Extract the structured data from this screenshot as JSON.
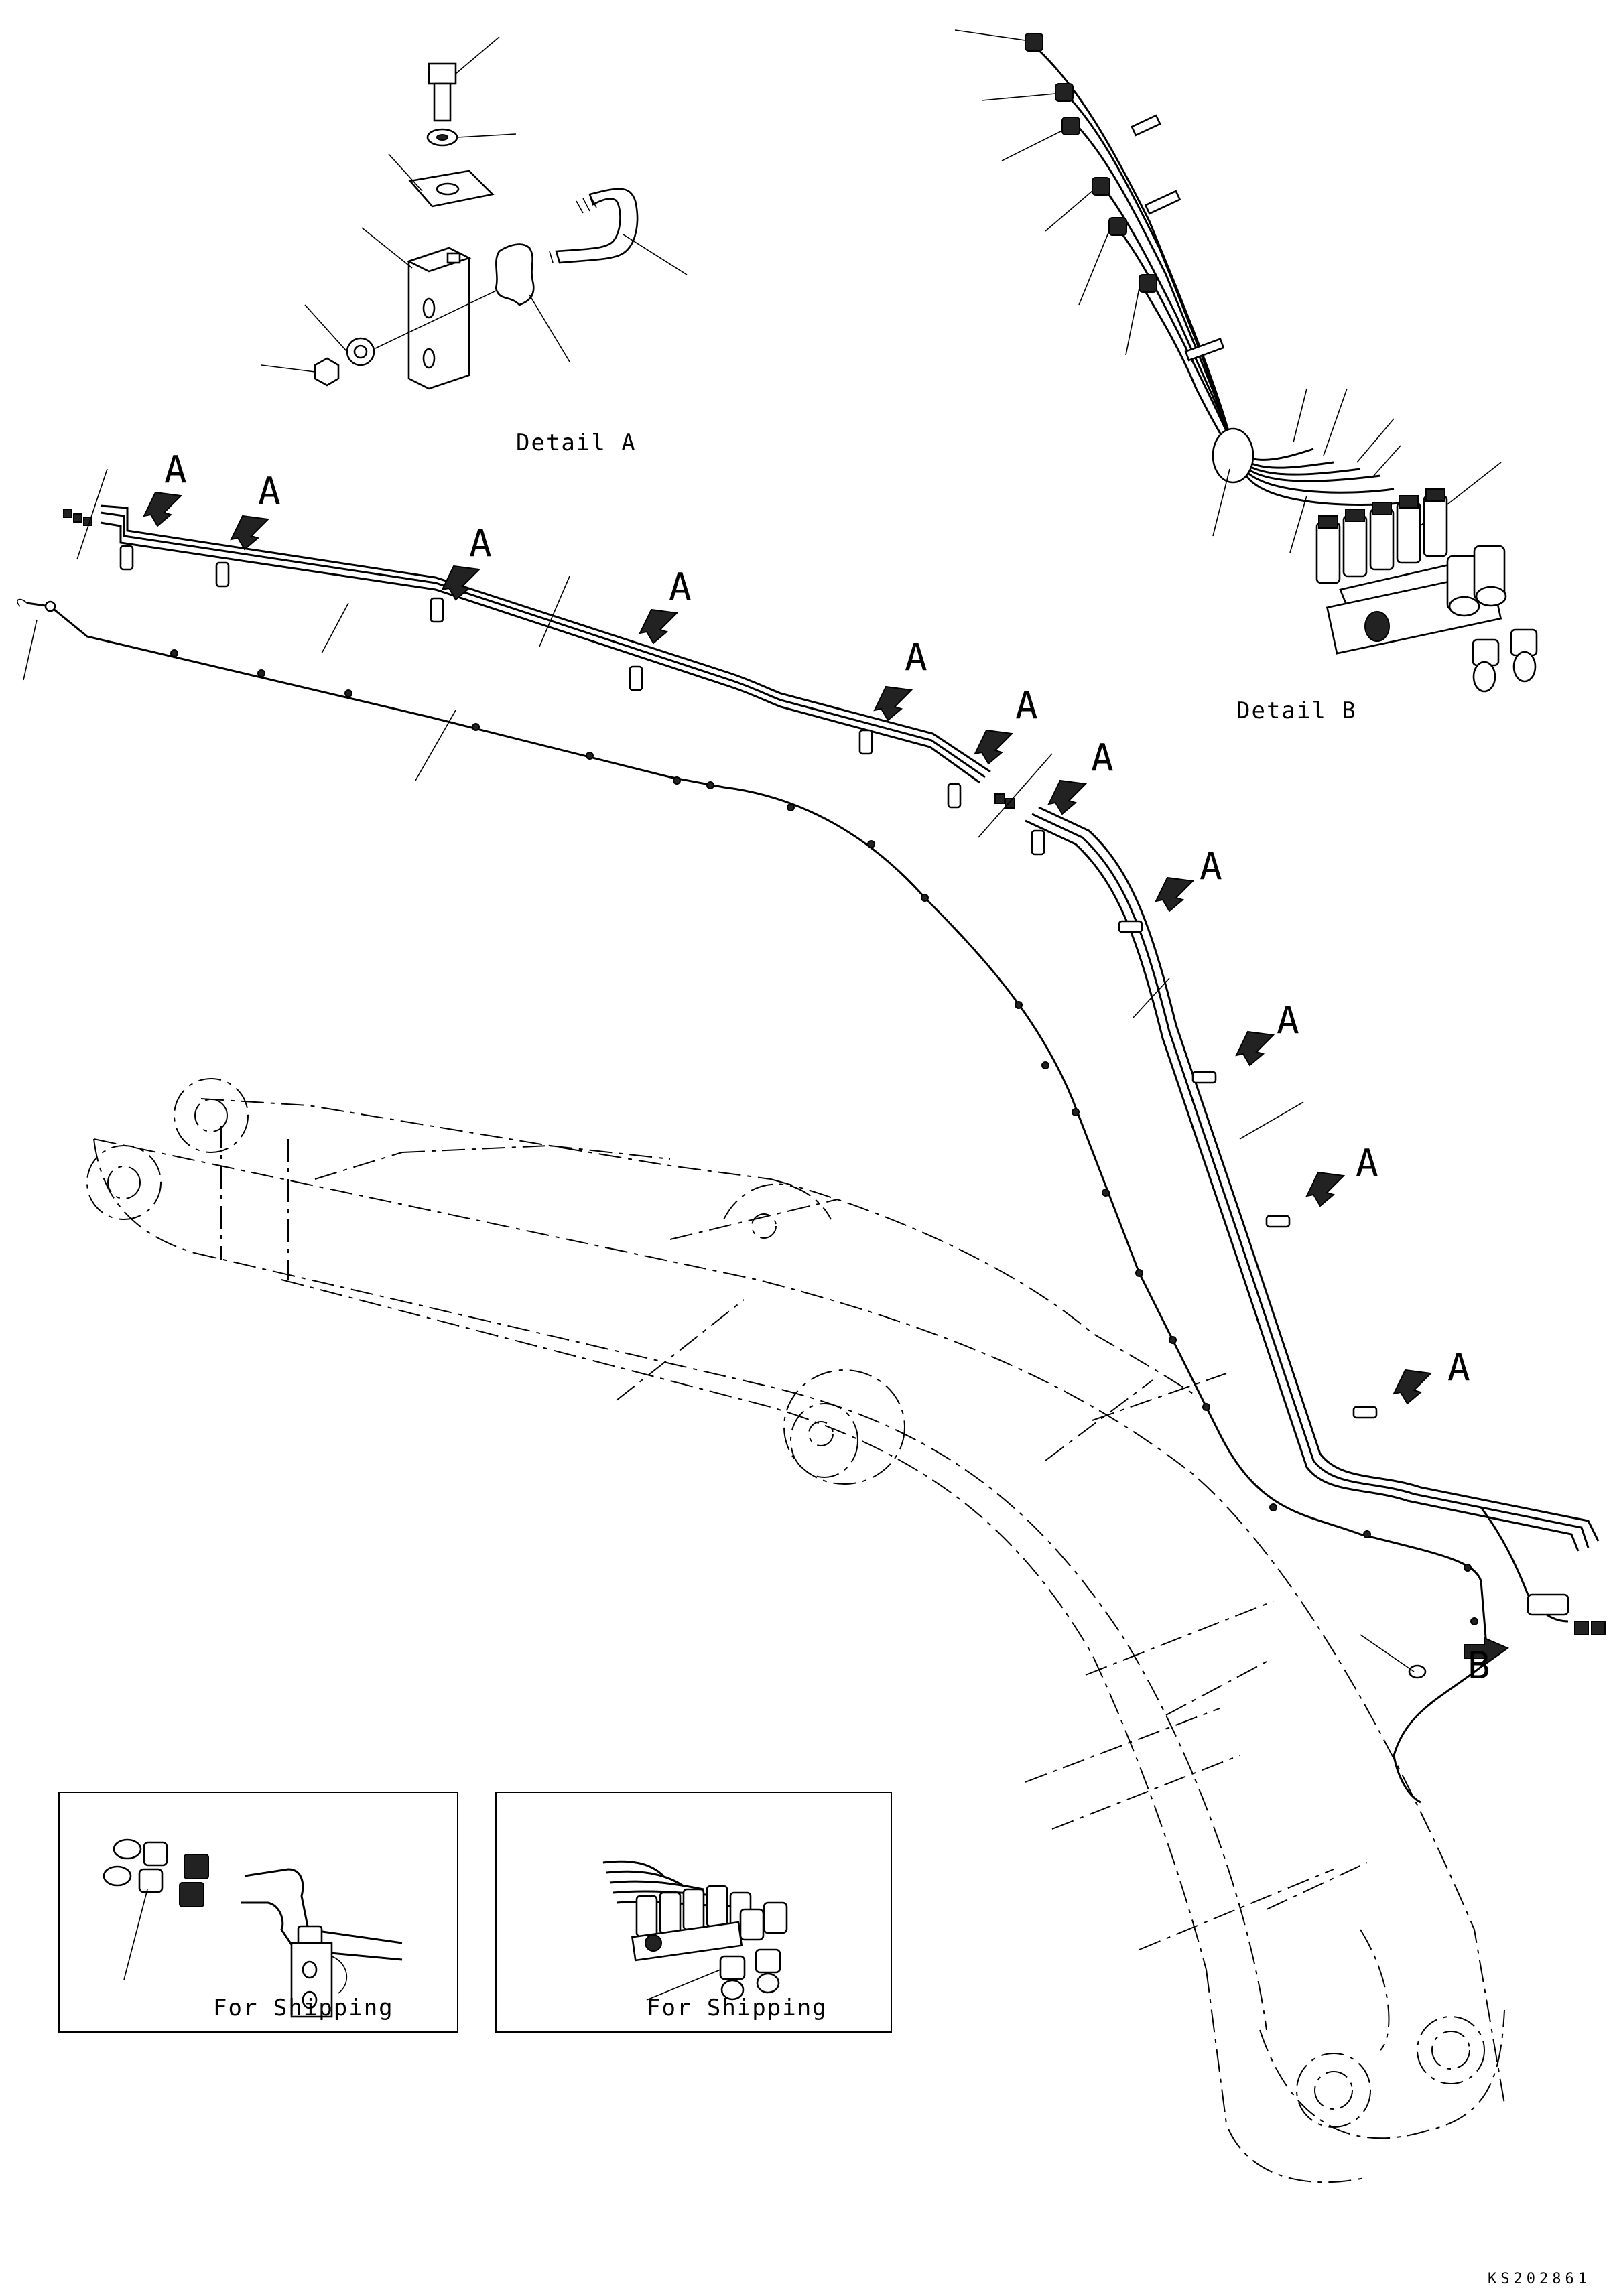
{
  "detail_a": {
    "caption": "Detail A"
  },
  "detail_b": {
    "caption": "Detail B"
  },
  "callouts": {
    "a": "A",
    "b": "B"
  },
  "shipping_left": {
    "caption": "For Shipping"
  },
  "shipping_right": {
    "caption": "For Shipping"
  },
  "drawing_code": "KS202861"
}
